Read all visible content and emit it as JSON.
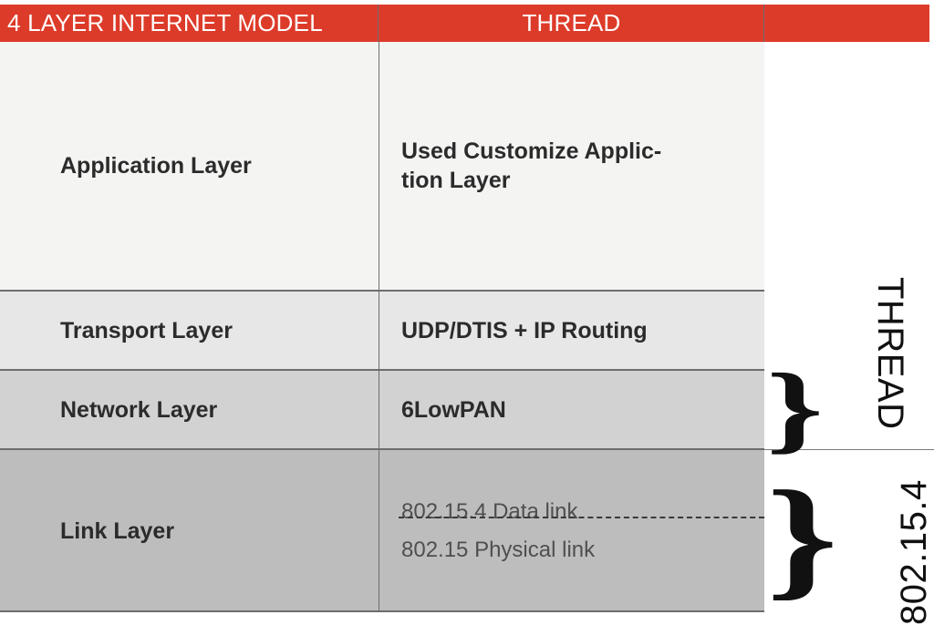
{
  "header": {
    "columns": [
      {
        "label": "4 LAYER INTERNET MODEL"
      },
      {
        "label": "THREAD"
      },
      {
        "label": ""
      }
    ],
    "background": "#dd3b2a",
    "text_color": "#ffffff"
  },
  "table": {
    "rows": [
      {
        "layer": "Application Layer",
        "thread": "Used Customize Applic-\ntion Layer",
        "thread_line1": "Used Customize Applic-",
        "thread_line2": "tion Layer",
        "background": "#f4f4f3"
      },
      {
        "layer": "Transport Layer",
        "thread": "UDP/DTIS + IP Routing",
        "background": "#e7e7e7"
      },
      {
        "layer": "Network Layer",
        "thread": "6LowPAN",
        "background": "#d2d2d2"
      },
      {
        "layer": "Link Layer",
        "thread_line1": "802.15.4 Data link",
        "thread_line2": "802.15 Physical link",
        "background": "#bdbdbd"
      }
    ]
  },
  "annotations": {
    "brace_glyph": "}",
    "groups": [
      {
        "label": "THREAD",
        "covers": "Transport Layer + Network Layer"
      },
      {
        "label": "802.15.4",
        "covers": "Link Layer"
      }
    ]
  }
}
